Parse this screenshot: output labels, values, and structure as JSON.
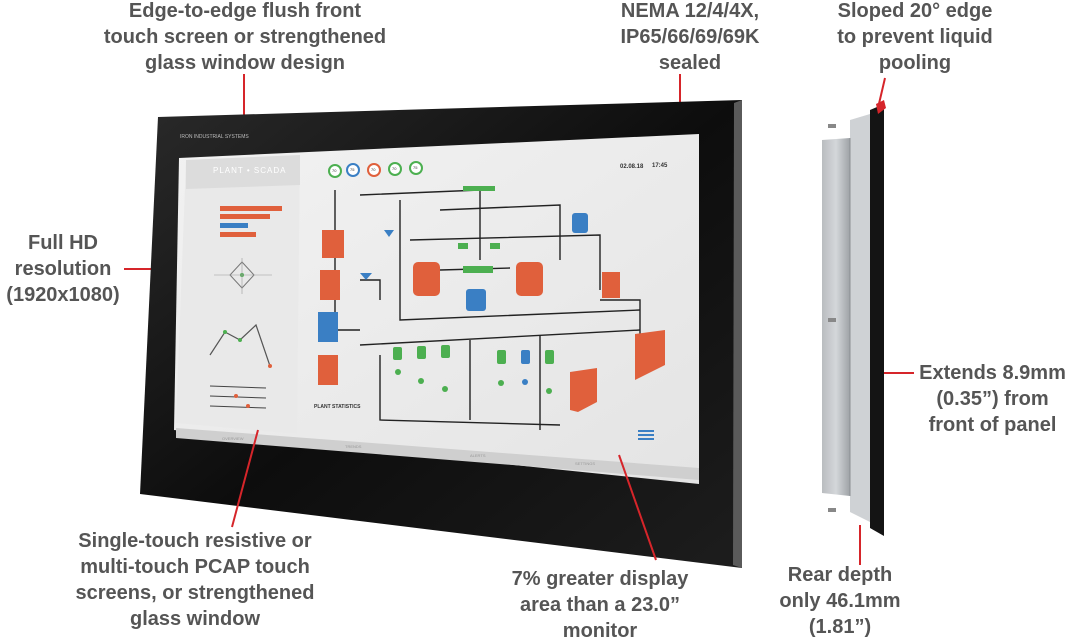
{
  "callouts": {
    "front_glass": "Edge-to-edge flush front\ntouch screen or strengthened\nglass window design",
    "nema": "NEMA 12/4/4X,\nIP65/66/69/69K\nsealed",
    "sloped": "Sloped 20° edge\nto prevent liquid\npooling",
    "full_hd": "Full HD\nresolution\n(1920x1080)",
    "extends": "Extends 8.9mm\n(0.35”) from\nfront of panel",
    "touch": "Single-touch resistive or\nmulti-touch PCAP touch\nscreens, or strengthened\nglass window",
    "display_area": "7% greater display\narea than a 23.0”\nmonitor",
    "rear_depth": "Rear depth\nonly 46.1mm\n(1.81”)"
  },
  "screen": {
    "brand": "IRON INDUSTRIAL SYSTEMS",
    "app_title": "PLANT • SCADA",
    "date": "02.08.18",
    "time": "17:45",
    "plant_stats": "PLANT STATISTICS",
    "gauges": [
      "70",
      "75",
      "70",
      "70",
      "75"
    ],
    "tabs": [
      "OVERVIEW",
      "TRENDS",
      "ALERTS",
      "SETTINGS"
    ]
  },
  "colors": {
    "accent": "#d6252a",
    "tank_orange": "#e0603c",
    "tank_blue": "#3a7fc4",
    "pump_green": "#4caf50",
    "bezel": "#111111"
  }
}
